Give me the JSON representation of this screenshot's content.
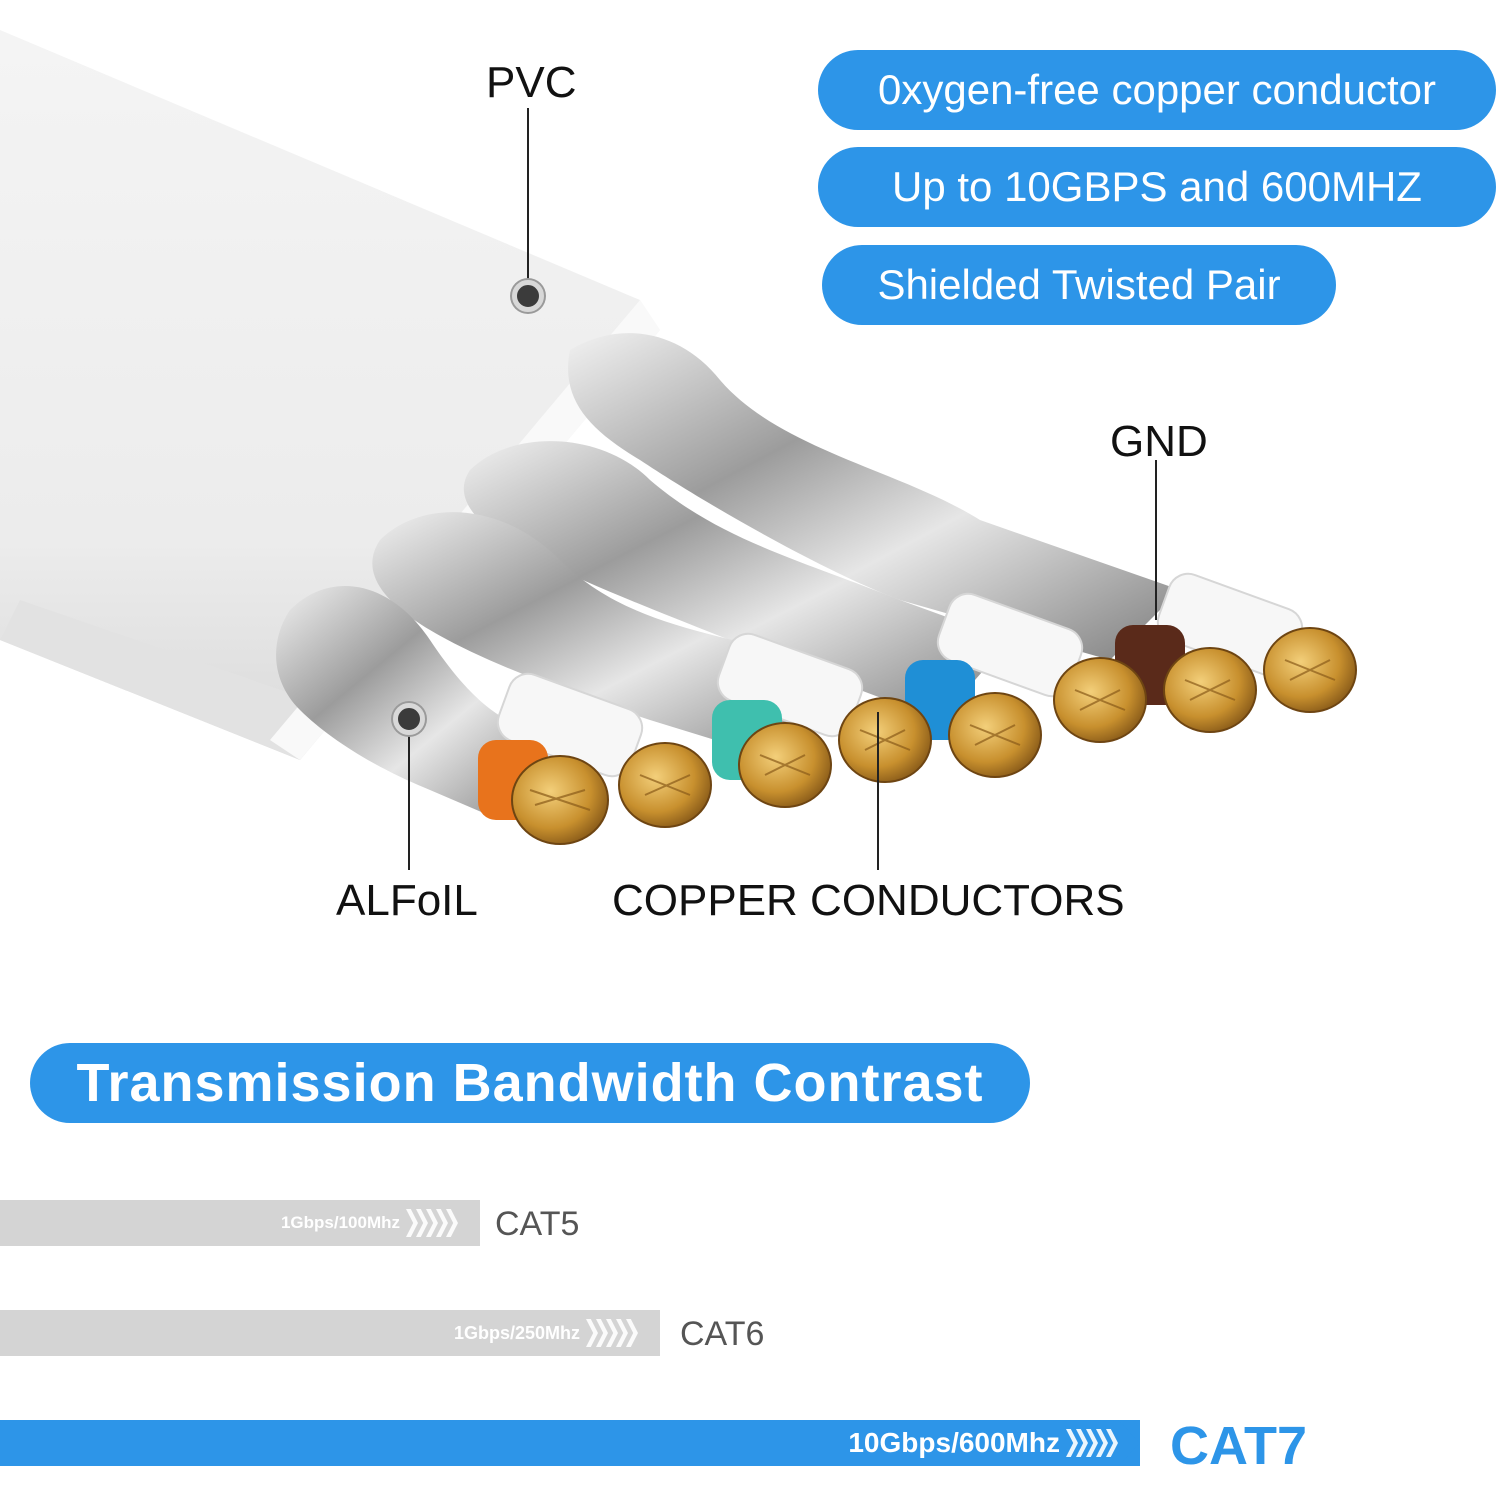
{
  "features": [
    "0xygen-free copper conductor",
    "Up to 10GBPS and 600MHZ",
    "Shielded Twisted Pair"
  ],
  "callouts": {
    "pvc": "PVC",
    "gnd": "GND",
    "alfoil": "ALFoIL",
    "copper": "COPPER CONDUCTORS"
  },
  "section_title": "Transmission Bandwidth Contrast",
  "comparison": [
    {
      "speed": "1Gbps/100Mhz",
      "category": "CAT5",
      "length_fraction": 0.32,
      "color": "#d4d4d4",
      "text_color": "#555555"
    },
    {
      "speed": "1Gbps/250Mhz",
      "category": "CAT6",
      "length_fraction": 0.44,
      "color": "#d4d4d4",
      "text_color": "#555555"
    },
    {
      "speed": "10Gbps/600Mhz",
      "category": "CAT7",
      "length_fraction": 0.76,
      "color": "#2d95e8",
      "text_color": "#2d95e8"
    }
  ],
  "colors": {
    "accent": "#2d95e8",
    "pair_orange": "#e8731c",
    "pair_green": "#3fbfae",
    "pair_blue": "#1f8fd6",
    "pair_brown": "#5a2a1a",
    "copper": "#c8902e"
  }
}
